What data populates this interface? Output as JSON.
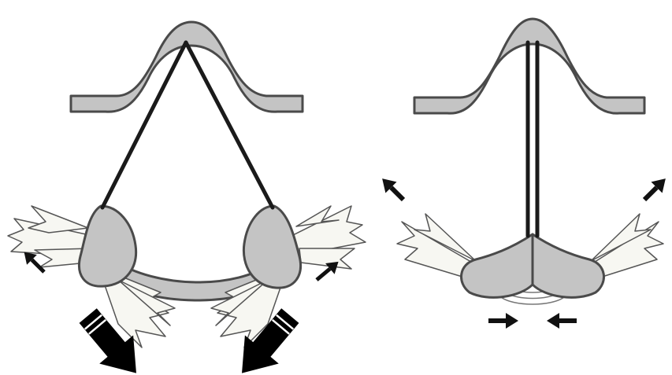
{
  "diagram": {
    "panels": [
      {
        "id": "left",
        "state": "ligaments-diverging-arytenoids-apart"
      },
      {
        "id": "right",
        "state": "ligaments-parallel-arytenoids-together"
      }
    ],
    "colors": {
      "cartilage": "#c4c4c4",
      "outline": "#4a4a4a",
      "ligament": "#1a1a1a",
      "muscle_fiber": "#f7f7f2",
      "arrow": "#000000",
      "background": "#ffffff"
    },
    "icons": [
      "arrow-icon",
      "large-arrow-icon"
    ]
  }
}
